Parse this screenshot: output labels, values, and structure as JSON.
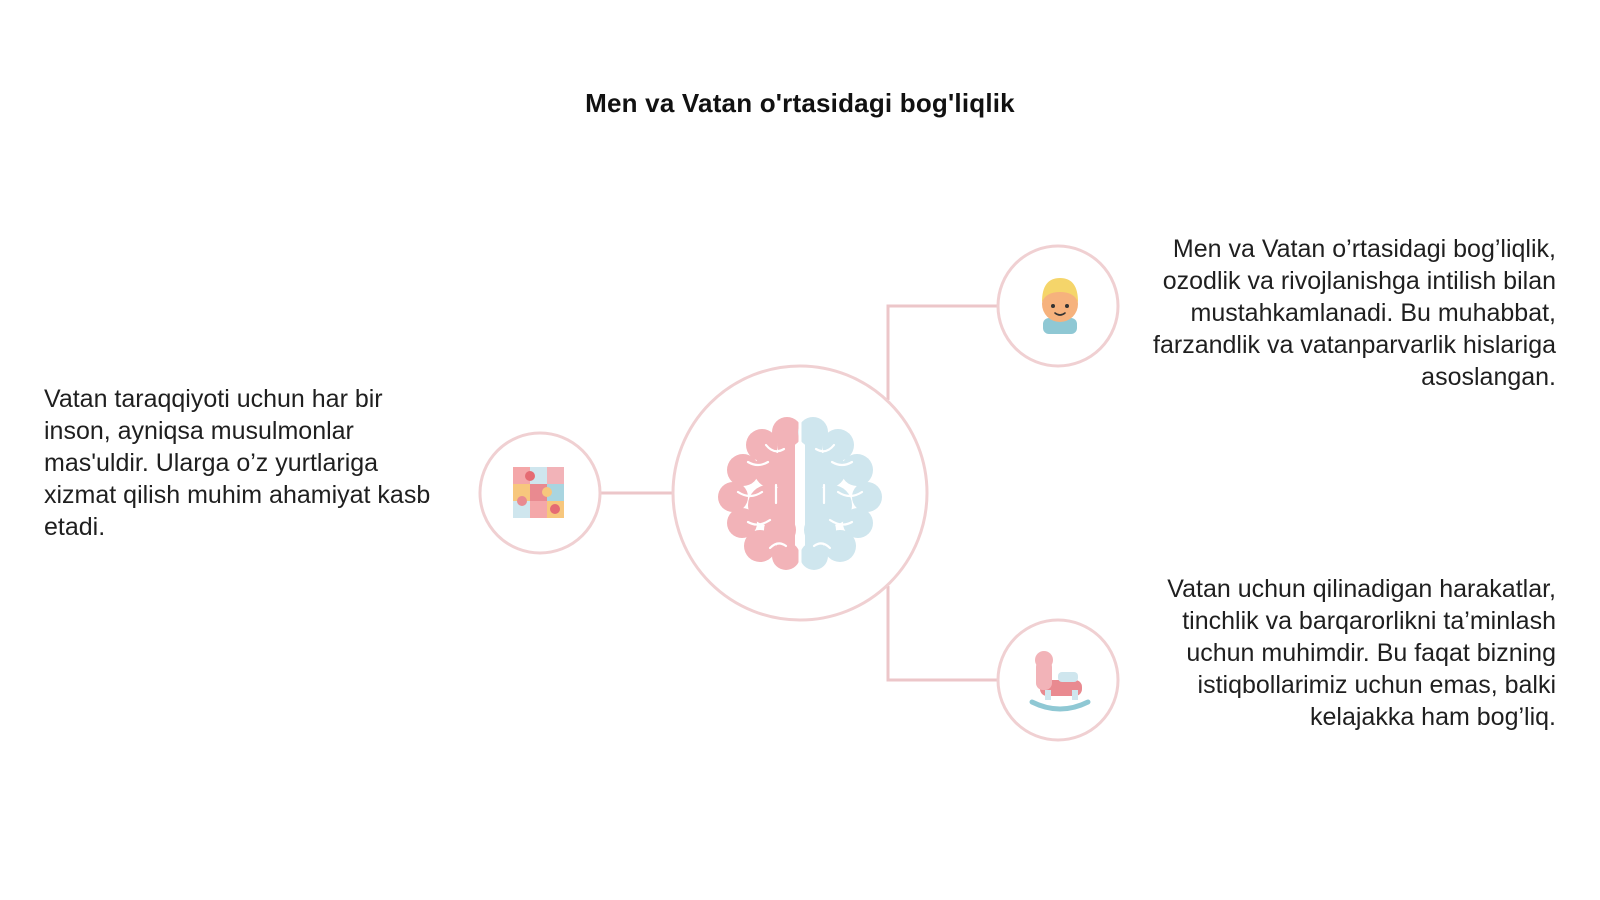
{
  "title": "Men va Vatan o'rtasidagi bog'liqlik",
  "left_text": "Vatan taraqqiyoti uchun har bir inson, ayniqsa musulmonlar mas'uldir. Ularga o’z yurtlariga xizmat qilish muhim ahamiyat kasb etadi.",
  "right_top_text": "Men va Vatan o’rtasidagi bog’liqlik, ozodlik va rivojlanishga intilish bilan mustahkamlanadi. Bu muhabbat, farzandlik va vatanparvarlik hislariga asoslangan.",
  "right_bottom_text": "Vatan uchun qilinadigan harakatlar, tinchlik va barqarorlikni ta’minlash uchun muhimdir. Bu faqat bizning istiqbollarimiz uchun emas, balki kelajakka ham bog’liq.",
  "icons": {
    "center": "brain-icon",
    "left": "puzzle-icon",
    "top_right": "child-icon",
    "bottom_right": "rocking-horse-icon"
  },
  "colors": {
    "circle_stroke": "#f0d0d2",
    "connector": "#ecc6c9",
    "brain_left": "#f2b3b8",
    "brain_right": "#cfe6ee"
  }
}
